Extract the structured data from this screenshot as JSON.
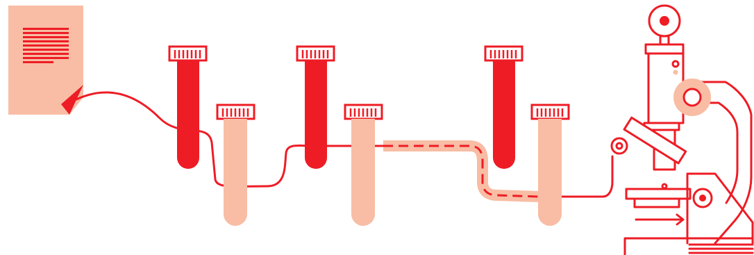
{
  "colors": {
    "background": "#ffffff",
    "accent_red": "#ee1c25",
    "light_peach": "#f8bda4"
  },
  "illustration": {
    "document": {
      "icon": "document-icon",
      "lines": 9
    },
    "test_tubes": [
      {
        "icon": "test-tube-icon",
        "fill": "accent_red"
      },
      {
        "icon": "test-tube-icon",
        "fill": "light_peach"
      },
      {
        "icon": "test-tube-icon",
        "fill": "accent_red"
      },
      {
        "icon": "test-tube-icon",
        "fill": "light_peach"
      },
      {
        "icon": "test-tube-icon",
        "fill": "accent_red"
      },
      {
        "icon": "test-tube-icon",
        "fill": "light_peach"
      }
    ],
    "connector": {
      "icon": "tube-connector-line",
      "dashed_section": true
    },
    "instrument": {
      "icon": "microscope-icon"
    }
  }
}
